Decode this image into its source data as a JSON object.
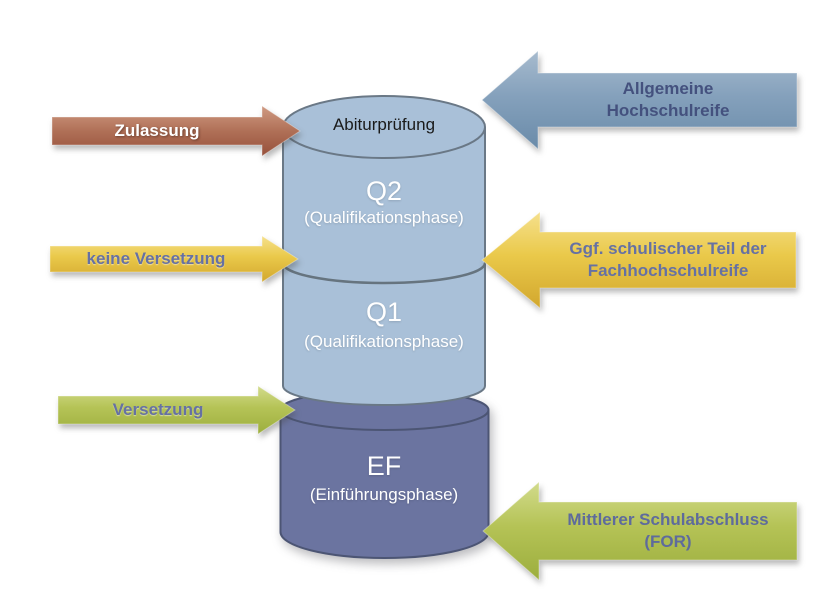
{
  "cylinder": {
    "exam_label": "Abiturprüfung",
    "sections": [
      {
        "title": "Q2",
        "subtitle": "(Qualifikationsphase)"
      },
      {
        "title": "Q1",
        "subtitle": "(Qualifikationsphase)"
      },
      {
        "title": "EF",
        "subtitle": "(Einführungsphase)"
      }
    ],
    "upper_fill": "#a9c0d8",
    "upper_stroke": "#6a7886",
    "lower_fill": "#6b74a0",
    "lower_stroke": "#4c5574"
  },
  "left_arrows": [
    {
      "label": "Zulassung",
      "color": "#b07057",
      "text_color": "#ffffff"
    },
    {
      "label": "keine Versetzung",
      "color": "#eac94a",
      "text_color": "#6671a3"
    },
    {
      "label": "Versetzung",
      "color": "#b5c356",
      "text_color": "#6671a3"
    }
  ],
  "right_arrows": [
    {
      "lines": [
        "Allgemeine",
        "Hochschulreife"
      ],
      "color": "#85a1bc",
      "text_color": "#44517e"
    },
    {
      "lines": [
        "Ggf. schulischer Teil der",
        "Fachhochschulreife"
      ],
      "color": "#eac94a",
      "text_color": "#6671a3"
    },
    {
      "lines": [
        "Mittlerer Schulabschluss",
        "(FOR)"
      ],
      "color": "#b5c356",
      "text_color": "#5e6b9c"
    }
  ]
}
